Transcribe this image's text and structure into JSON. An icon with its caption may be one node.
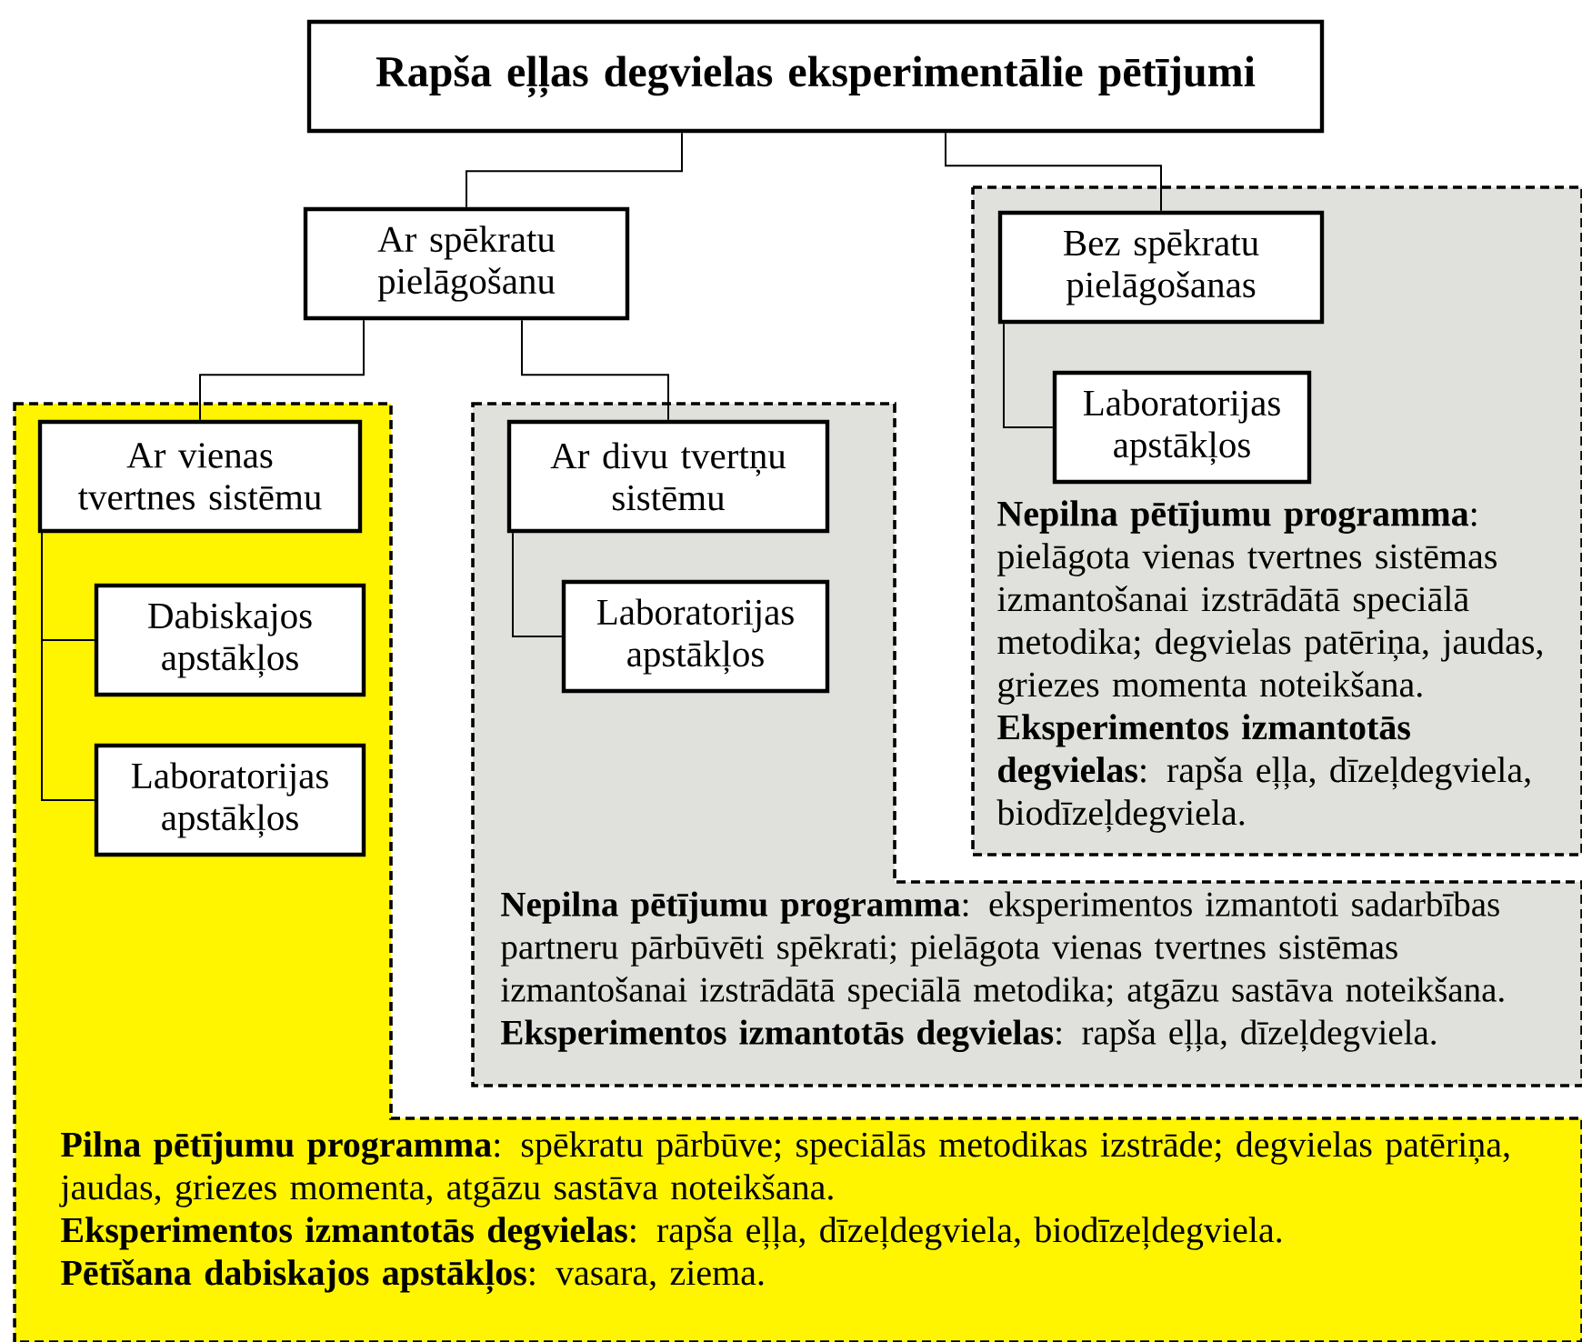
{
  "diagram": {
    "nodes": [
      {
        "text": [
          "Rapša eļļas degvielas eksperimentālie pētījumi"
        ]
      },
      {
        "text": [
          "Ar spēkratu pielāgošanu"
        ]
      },
      {
        "text": [
          "**Pilna pētījumu programma**: spēkratu pārbūve; speciālās metodikas izstrāde; degvielas patēriņa, jaudas, griezes momenta, atgāzu sastāva noteikšana.",
          "**Eksperimentos izmantotās degvielas**: rapša eļļa, dīzeļdegviela, biodīzeļdegviela.",
          "**Pētīšana dabiskajos apstākļos**: vasara, ziema."
        ]
      },
      {
        "text": [
          "Ar vienas tvertnes sistēmu"
        ],
        "in": 2
      },
      {
        "text": [
          "Dabiskajos apstākļos"
        ],
        "in": 2
      },
      {
        "text": [
          "Laboratorijas apstākļos"
        ],
        "in": 2
      },
      {
        "text": [
          "**Nepilna pētījumu programma**: eksperimentos izmantoti sadarbības partneru pārbūvēti spēkrati; pielāgota vienas tvertnes sistēmas izmantošanai izstrādātā speciālā metodika; atgāzu sastāva noteikšana.",
          "**Eksperimentos izmantotās degvielas**: rapša eļļa, dīzeļdegviela."
        ]
      },
      {
        "text": [
          "Ar divu tvertņu sistēmu"
        ],
        "in": 6
      },
      {
        "text": [
          "Laboratorijas apstākļos"
        ],
        "in": 6
      },
      {
        "text": [
          "**Nepilna pētījumu programma**: pielāgota vienas tvertnes sistēmas izmantošanai izstrādātā speciālā metodika; degvielas patēriņa, jaudas, griezes momenta noteikšana.",
          "**Eksperimentos izmantotās degvielas**: rapša eļļa, dīzeļdegviela, biodīzeļdegviela."
        ]
      },
      {
        "text": [
          "Bez spēkratu pielāgošanas"
        ],
        "in": 9
      },
      {
        "text": [
          "Laboratorijas apstākļos"
        ],
        "in": 9
      }
    ],
    "edges": [
      {
        "from": 0,
        "to": 1,
        "arrow": "none"
      },
      {
        "from": 0,
        "to": 10,
        "arrow": "none"
      },
      {
        "from": 1,
        "to": 3,
        "arrow": "none"
      },
      {
        "from": 1,
        "to": 7,
        "arrow": "none"
      },
      {
        "from": 3,
        "to": 4,
        "arrow": "none"
      },
      {
        "from": 3,
        "to": 5,
        "arrow": "none"
      },
      {
        "from": 7,
        "to": 8,
        "arrow": "none"
      },
      {
        "from": 10,
        "to": 11,
        "arrow": "none"
      }
    ]
  }
}
